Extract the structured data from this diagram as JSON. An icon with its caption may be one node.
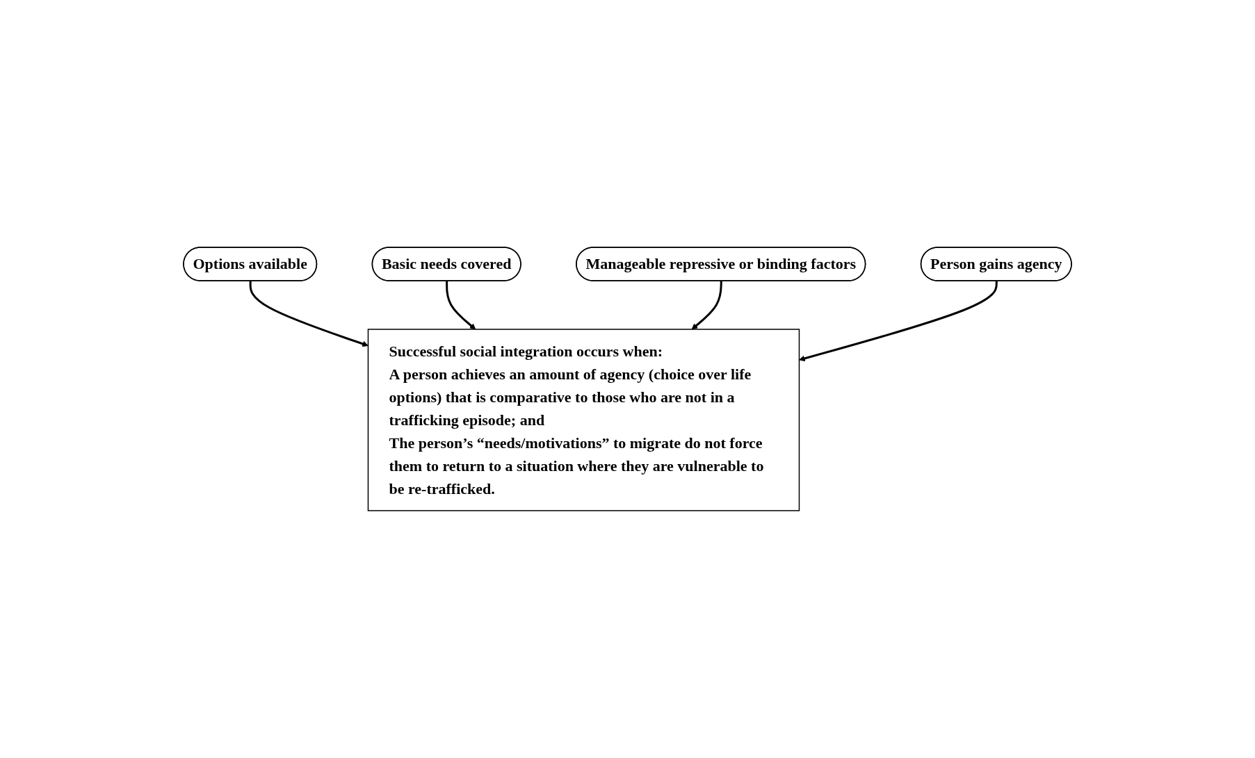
{
  "diagram": {
    "nodes": [
      {
        "text": [
          "Options available"
        ]
      },
      {
        "text": [
          "Successful social integration occurs when:",
          "A person achieves an amount of agency (choice over life options) that is comparative to those who are not in a trafficking episode; and",
          "The person’s “needs/motivations” to migrate do not force them to return to a situation where they are vulnerable to be re-trafficked."
        ]
      },
      {
        "text": [
          "Basic needs covered"
        ]
      },
      {
        "text": [
          "Manageable repressive or binding factors"
        ]
      },
      {
        "text": [
          "Person gains agency"
        ]
      }
    ],
    "edges": [
      {
        "from": 0,
        "to": 1,
        "arrow": "to"
      },
      {
        "from": 2,
        "to": 1,
        "arrow": "to"
      },
      {
        "from": 3,
        "to": 1,
        "arrow": "to"
      },
      {
        "from": 4,
        "to": 1,
        "arrow": "to"
      }
    ]
  }
}
